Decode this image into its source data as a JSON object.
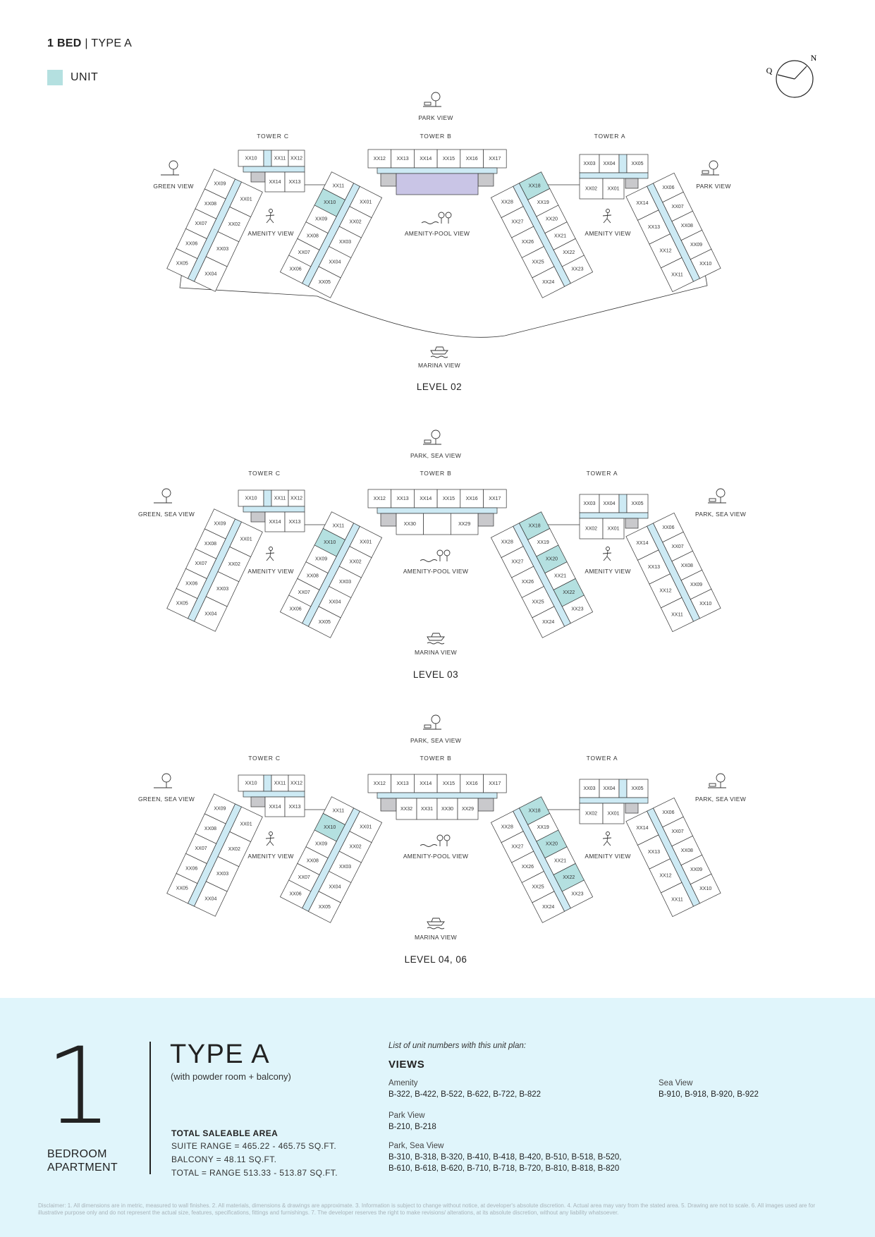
{
  "header": {
    "bed": "1 BED",
    "separator": "|",
    "type": "TYPE A"
  },
  "legend": {
    "unit_label": "UNIT",
    "unit_color": "#b4e0e0"
  },
  "compass": {
    "q": "Q",
    "n": "N"
  },
  "colors": {
    "highlight": "#b4e0e0",
    "corridor": "#cdeaf4",
    "core": "#c9c9cc",
    "amenity": "#c9c5e6",
    "panel": "#e0f5fb"
  },
  "levels": [
    {
      "title": "LEVEL 02",
      "views": {
        "top": "PARK VIEW",
        "left": "GREEN VIEW",
        "right": "PARK VIEW",
        "amenity_left": "AMENITY VIEW",
        "pool": "AMENITY-POOL VIEW",
        "amenity_right": "AMENITY VIEW",
        "bottom": "MARINA VIEW"
      },
      "towers": {
        "c": "TOWER C",
        "b": "TOWER B",
        "a": "TOWER A"
      },
      "b_center": [],
      "highlighted_b": [
        "XX10",
        "XX18"
      ]
    },
    {
      "title": "LEVEL 03",
      "views": {
        "top": "PARK, SEA VIEW",
        "left": "GREEN, SEA VIEW",
        "right": "PARK, SEA VIEW",
        "amenity_left": "AMENITY VIEW",
        "pool": "AMENITY-POOL VIEW",
        "amenity_right": "AMENITY VIEW",
        "bottom": "MARINA VIEW"
      },
      "towers": {
        "c": "TOWER C",
        "b": "TOWER B",
        "a": "TOWER A"
      },
      "b_center": [
        "XX30",
        "",
        "XX29"
      ],
      "highlighted_b": [
        "XX10",
        "XX18",
        "XX20",
        "XX22"
      ]
    },
    {
      "title": "LEVEL 04, 06",
      "views": {
        "top": "PARK, SEA VIEW",
        "left": "GREEN, SEA VIEW",
        "right": "PARK, SEA VIEW",
        "amenity_left": "AMENITY VIEW",
        "pool": "AMENITY-POOL VIEW",
        "amenity_right": "AMENITY VIEW",
        "bottom": "MARINA VIEW"
      },
      "towers": {
        "c": "TOWER C",
        "b": "TOWER B",
        "a": "TOWER A"
      },
      "b_center": [
        "XX32",
        "XX31",
        "XX30",
        "XX29"
      ],
      "highlighted_b": [
        "XX10",
        "XX18",
        "XX20",
        "XX22"
      ]
    }
  ],
  "units": {
    "tower_c": {
      "top": [
        "XX10",
        "XX11",
        "XX12"
      ],
      "bottom": [
        "XX14",
        "XX13"
      ],
      "outer": [
        "XX09",
        "XX08",
        "XX07",
        "XX06",
        "XX05"
      ],
      "inner": [
        "XX01",
        "XX02",
        "XX03",
        "XX04"
      ]
    },
    "tower_b": {
      "top": [
        "XX12",
        "XX13",
        "XX14",
        "XX15",
        "XX16",
        "XX17"
      ],
      "left_outer": [
        "XX11",
        "XX10",
        "XX09",
        "XX08",
        "XX07",
        "XX06"
      ],
      "left_inner": [
        "XX01",
        "XX02",
        "XX03",
        "XX04",
        "XX05"
      ],
      "right_inner": [
        "XX28",
        "XX27",
        "XX26",
        "XX25",
        "XX24"
      ],
      "right_outer": [
        "XX18",
        "XX19",
        "XX20",
        "XX21",
        "XX22",
        "XX23"
      ]
    },
    "tower_a": {
      "top": [
        "XX03",
        "XX04",
        "XX05"
      ],
      "bottom": [
        "XX02",
        "XX01"
      ],
      "inner": [
        "XX14",
        "XX13",
        "XX12",
        "XX11"
      ],
      "outer": [
        "XX06",
        "XX07",
        "XX08",
        "XX09",
        "XX10"
      ]
    }
  },
  "summary": {
    "number": "1",
    "bedroom": "BEDROOM",
    "apartment": "APARTMENT",
    "type": "TYPE A",
    "subtitle": "(with powder room + balcony)",
    "area_title": "TOTAL SALEABLE AREA",
    "suite_range": "SUITE RANGE = 465.22 - 465.75 SQ.FT.",
    "balcony": "BALCONY = 48.11 SQ.FT.",
    "total": "TOTAL = RANGE 513.33 - 513.87 SQ.FT."
  },
  "views_list": {
    "intro": "List of unit numbers with this unit plan:",
    "title": "VIEWS",
    "amenity": {
      "label": "Amenity",
      "units": "B-322, B-422, B-522, B-622, B-722, B-822"
    },
    "park": {
      "label": "Park View",
      "units": "B-210, B-218"
    },
    "park_sea": {
      "label": "Park, Sea View",
      "units_line1": "B-310, B-318, B-320, B-410, B-418, B-420, B-510, B-518, B-520,",
      "units_line2": "B-610, B-618, B-620, B-710, B-718, B-720, B-810, B-818, B-820"
    },
    "sea": {
      "label": "Sea View",
      "units": "B-910, B-918, B-920, B-922"
    }
  },
  "disclaimer": "Disclaimer: 1. All dimensions are in metric, measured to wall finishes. 2. All materials, dimensions & drawings are approximate. 3. Information is subject to change without notice, at developer's absolute discretion. 4. Actual area may vary from the stated area. 5. Drawing are not to scale. 6. All images used are for illustrative purpose only and do not represent the actual size, features, specifications, fittings and furnishings. 7. The developer reserves the right to make revisions/ alterations, at its absolute discretion, without any liability whatsoever."
}
